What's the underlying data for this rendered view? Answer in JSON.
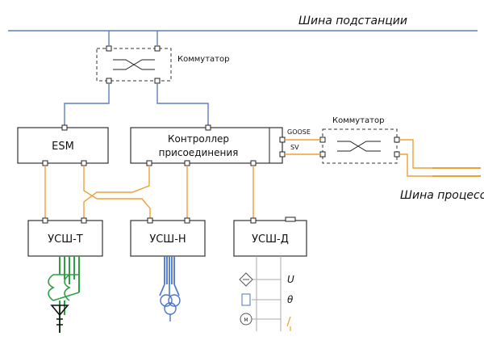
{
  "labels": {
    "substation_bus": "Шина подстанции",
    "process_bus": "Шина процесса",
    "switch_top": "Коммутатор",
    "switch_right": "Коммутатор",
    "esm": "ESM",
    "controller_line1": "Контроллер",
    "controller_line2": "присоединения",
    "goose": "GOOSE",
    "sv": "SV",
    "ussh_t": "УСШ-Т",
    "ussh_n": "УСШ-Н",
    "ussh_d": "УСШ-Д",
    "sym_u": "U",
    "sym_theta": "θ",
    "motor_m": "M"
  },
  "colors": {
    "station_bus": "#5b7fc0",
    "process_links": "#f0a030",
    "ct_green": "#2ea043",
    "vt_blue": "#4a74c9"
  }
}
